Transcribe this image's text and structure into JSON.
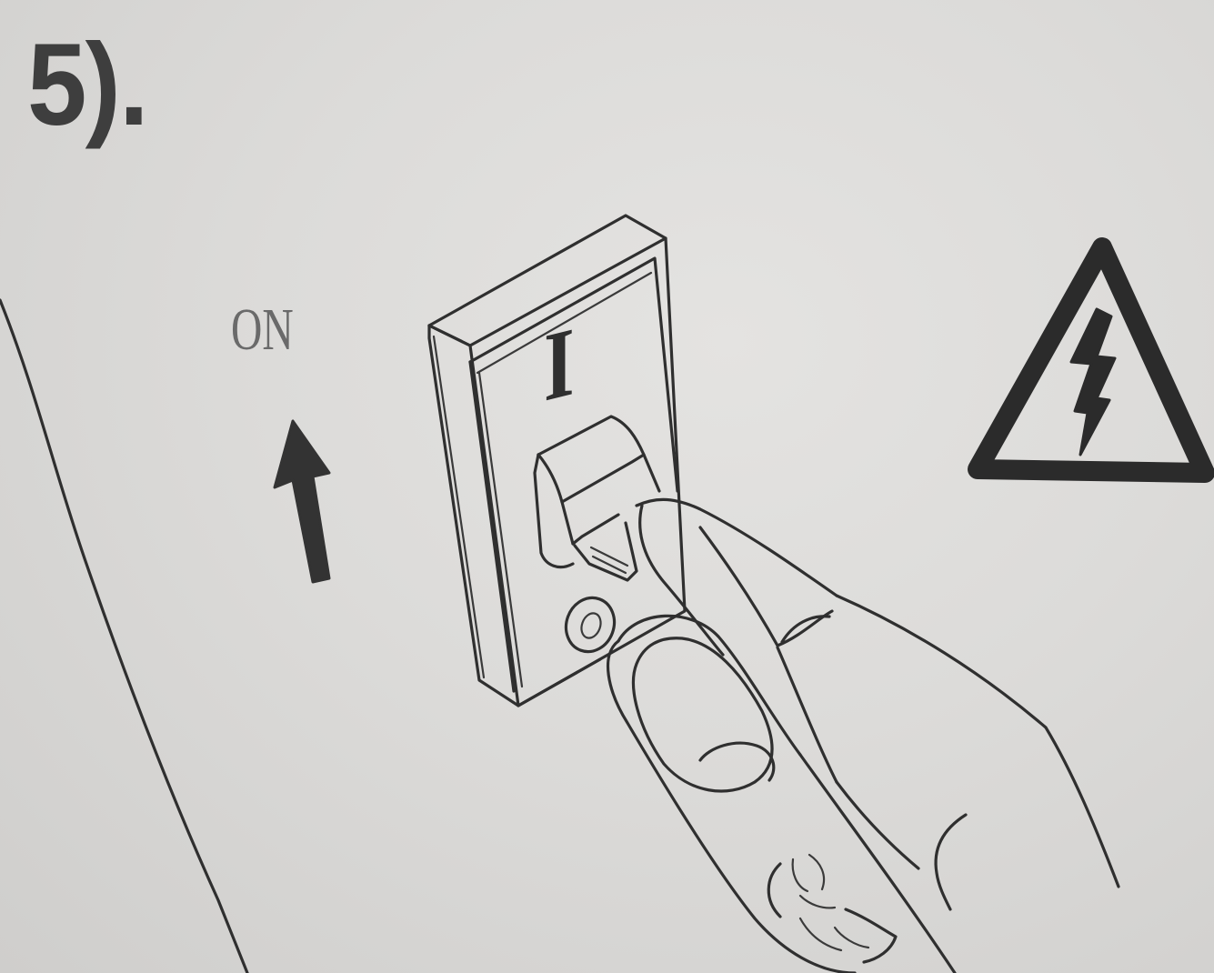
{
  "step": {
    "number_label": "5)."
  },
  "direction": {
    "label": "ON",
    "arrow": "up-arrow"
  },
  "switch": {
    "mark": "I"
  },
  "warning": {
    "icon": "high-voltage-warning-icon"
  },
  "colors": {
    "ink": "#2f2f2f",
    "paper": "#dcdbd9"
  }
}
